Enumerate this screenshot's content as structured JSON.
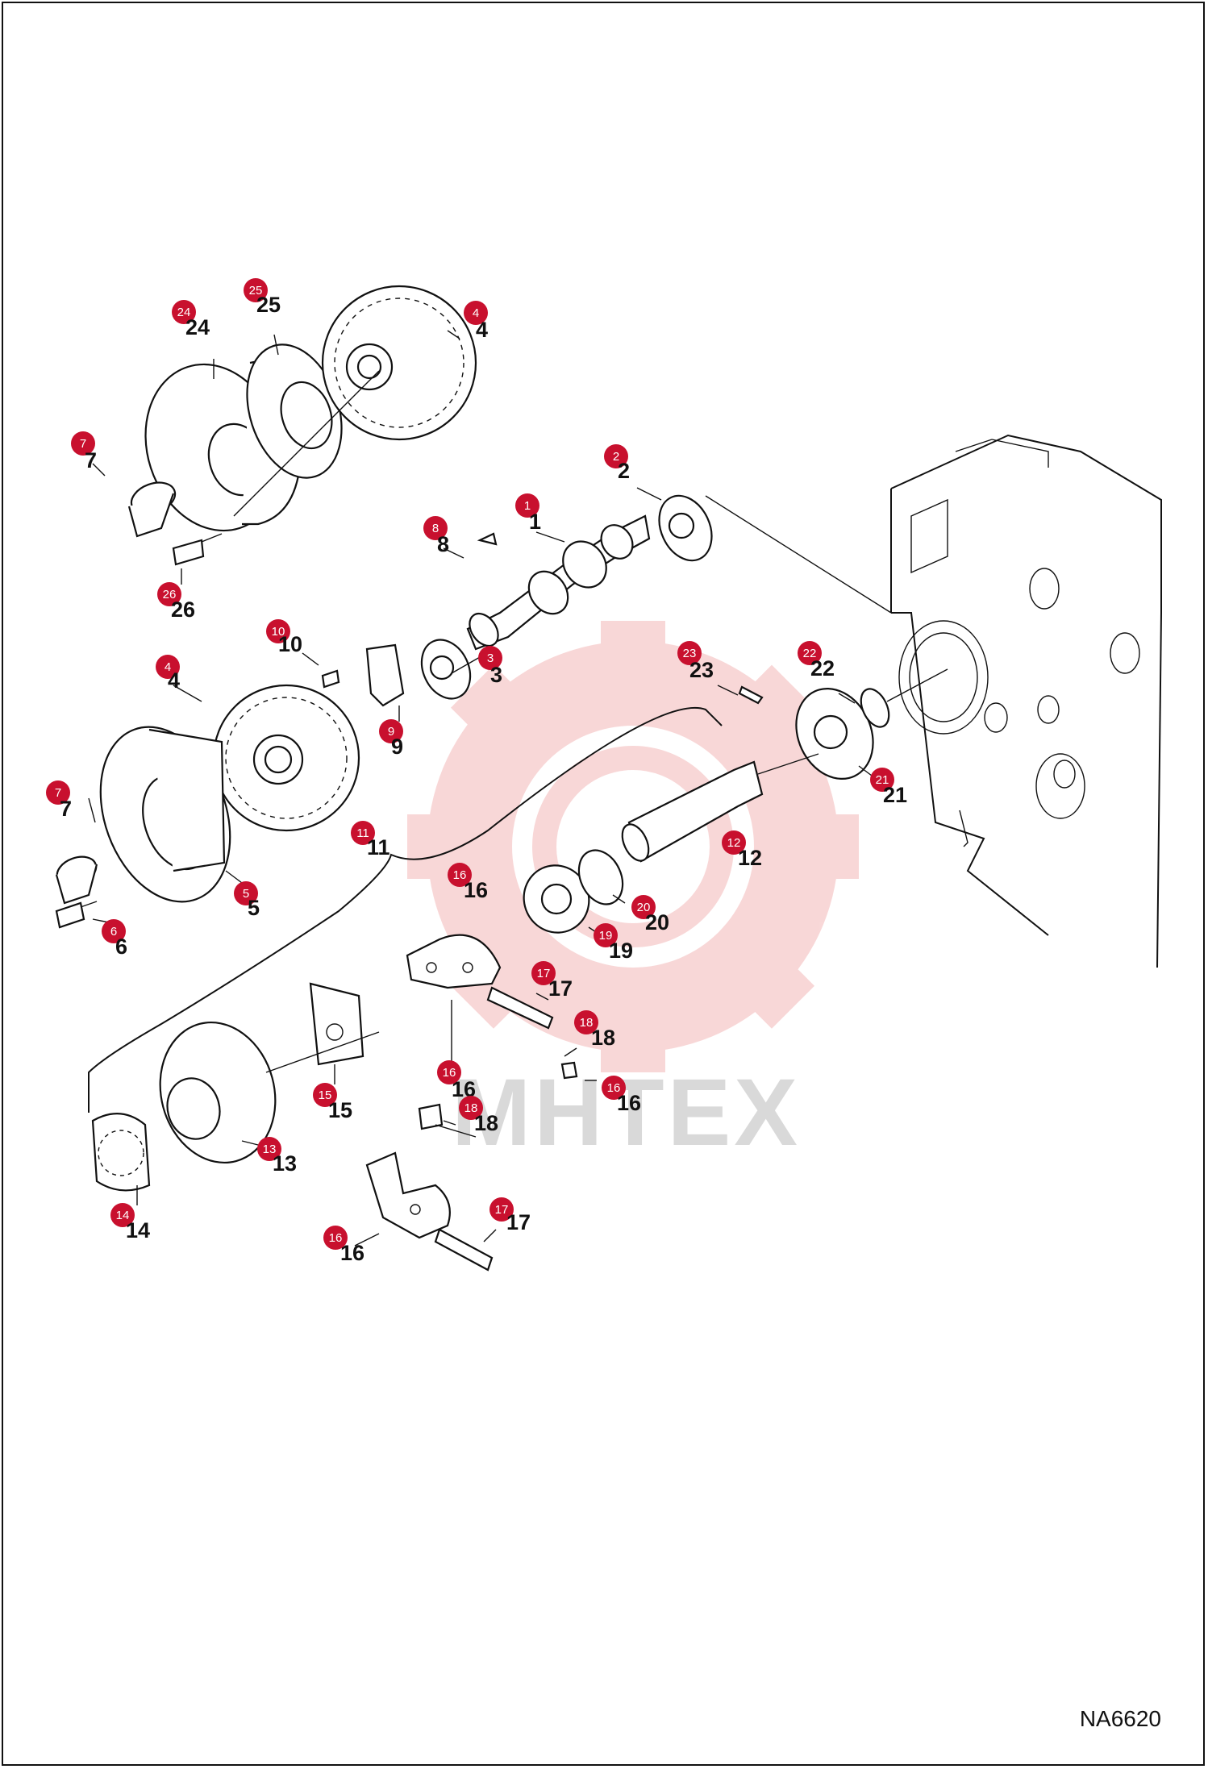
{
  "diagram_code": "NA6620",
  "watermark": {
    "text": "MHTEX",
    "gear_color": "#f4b8b8",
    "text_color": "#d9d9d9"
  },
  "badge_color": "#c8102e",
  "callouts": [
    {
      "id": "c24",
      "badge": "24",
      "label": "24"
    },
    {
      "id": "c25",
      "badge": "25",
      "label": "25"
    },
    {
      "id": "c4a",
      "badge": "4",
      "label": "4"
    },
    {
      "id": "c7a",
      "badge": "7",
      "label": "7"
    },
    {
      "id": "c26",
      "badge": "26",
      "label": "26"
    },
    {
      "id": "c2",
      "badge": "2",
      "label": "2"
    },
    {
      "id": "c1",
      "badge": "1",
      "label": "1"
    },
    {
      "id": "c8",
      "badge": "8",
      "label": "8"
    },
    {
      "id": "c10",
      "badge": "10",
      "label": "10"
    },
    {
      "id": "c3",
      "badge": "3",
      "label": "3"
    },
    {
      "id": "c4b",
      "badge": "4",
      "label": "4"
    },
    {
      "id": "c9",
      "badge": "9",
      "label": "9"
    },
    {
      "id": "c23",
      "badge": "23",
      "label": "23"
    },
    {
      "id": "c22",
      "badge": "22",
      "label": "22"
    },
    {
      "id": "c21",
      "badge": "21",
      "label": "21"
    },
    {
      "id": "c7b",
      "badge": "7",
      "label": "7"
    },
    {
      "id": "c11",
      "badge": "11",
      "label": "11"
    },
    {
      "id": "c12",
      "badge": "12",
      "label": "12"
    },
    {
      "id": "c5",
      "badge": "5",
      "label": "5"
    },
    {
      "id": "c6",
      "badge": "6",
      "label": "6"
    },
    {
      "id": "c16a",
      "badge": "16",
      "label": "16"
    },
    {
      "id": "c20",
      "badge": "20",
      "label": "20"
    },
    {
      "id": "c19",
      "badge": "19",
      "label": "19"
    },
    {
      "id": "c17a",
      "badge": "17",
      "label": "17"
    },
    {
      "id": "c18a",
      "badge": "18",
      "label": "18"
    },
    {
      "id": "c16b",
      "badge": "16",
      "label": "16"
    },
    {
      "id": "c16c",
      "badge": "16",
      "label": "16"
    },
    {
      "id": "c15",
      "badge": "15",
      "label": "15"
    },
    {
      "id": "c18b",
      "badge": "18",
      "label": "18"
    },
    {
      "id": "c13",
      "badge": "13",
      "label": "13"
    },
    {
      "id": "c14",
      "badge": "14",
      "label": "14"
    },
    {
      "id": "c17b",
      "badge": "17",
      "label": "17"
    },
    {
      "id": "c16d",
      "badge": "16",
      "label": "16"
    }
  ]
}
